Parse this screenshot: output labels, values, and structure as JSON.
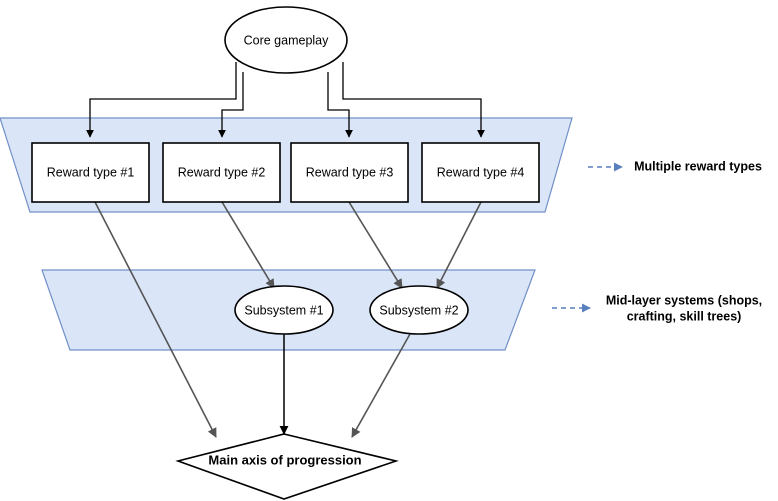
{
  "diagram": {
    "title_node": {
      "label": "Core gameplay",
      "shape": "ellipse"
    },
    "reward_nodes": [
      {
        "label": "Reward type #1"
      },
      {
        "label": "Reward type #2"
      },
      {
        "label": "Reward type #3"
      },
      {
        "label": "Reward type #4"
      }
    ],
    "subsystem_nodes": [
      {
        "label": "Subsystem #1"
      },
      {
        "label": "Subsystem #2"
      }
    ],
    "goal_node": {
      "label": "Main axis of progression",
      "shape": "diamond"
    },
    "annotations": [
      {
        "line1": "Multiple reward types",
        "line2": ""
      },
      {
        "line1": "Mid-layer systems (shops,",
        "line2": "crafting, skill trees)"
      }
    ],
    "colors": {
      "band_fill": "#dae5f7",
      "band_stroke": "#7190c8",
      "node_fill": "#ffffff",
      "node_stroke": "#000000",
      "edge_dark": "#000000",
      "edge_gray": "#555555",
      "annotation_arrow": "#5a7fbd",
      "background": "#ffffff"
    }
  }
}
